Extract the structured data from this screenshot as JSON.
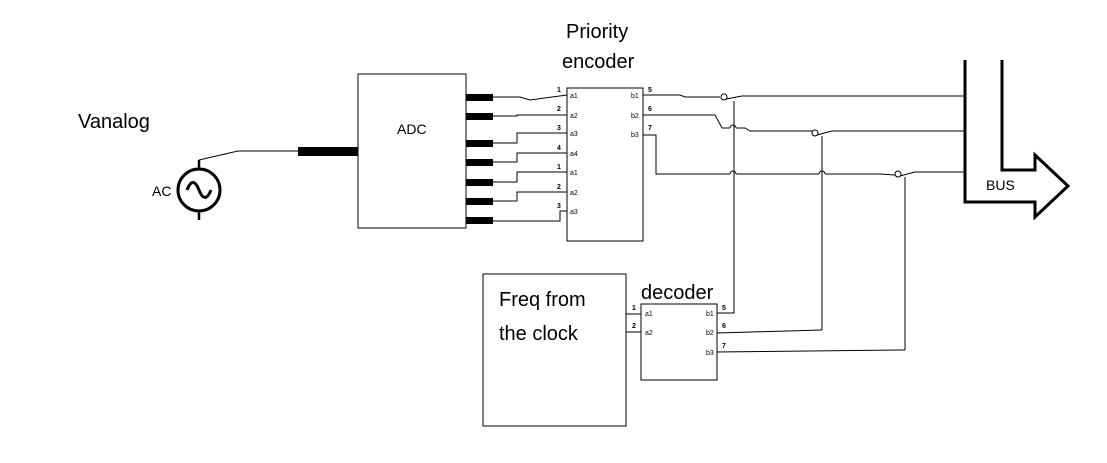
{
  "labels": {
    "vanalog": "Vanalog",
    "ac": "AC",
    "adc": "ADC",
    "priority": "Priority",
    "encoder": "encoder",
    "bus": "BUS",
    "freq_line1": "Freq from",
    "freq_line2": "the clock",
    "decoder": "decoder"
  },
  "encoder_pins": {
    "inputs": [
      {
        "num": "1",
        "name": "a1"
      },
      {
        "num": "2",
        "name": "a2"
      },
      {
        "num": "3",
        "name": "a3"
      },
      {
        "num": "4",
        "name": "a4"
      },
      {
        "num": "1",
        "name": "a1"
      },
      {
        "num": "2",
        "name": "a2"
      },
      {
        "num": "3",
        "name": "a3"
      }
    ],
    "outputs": [
      {
        "num": "5",
        "name": "b1"
      },
      {
        "num": "6",
        "name": "b2"
      },
      {
        "num": "7",
        "name": "b3"
      }
    ]
  },
  "decoder_pins": {
    "inputs": [
      {
        "num": "1",
        "name": "a1"
      },
      {
        "num": "2",
        "name": "a2"
      }
    ],
    "outputs": [
      {
        "num": "5",
        "name": "b1"
      },
      {
        "num": "6",
        "name": "b2"
      },
      {
        "num": "7",
        "name": "b3"
      }
    ]
  }
}
